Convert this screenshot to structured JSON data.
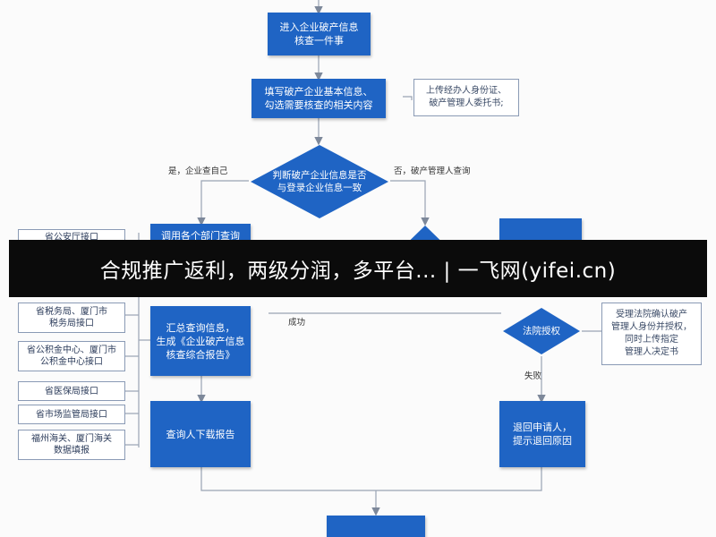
{
  "flow": {
    "start": [
      "进入企业破产信息",
      "核查一件事"
    ],
    "fill_info": [
      "填写破产企业基本信息、",
      "勾选需要核查的相关内容"
    ],
    "upload_note": [
      "上传经办人身份证、",
      "破产管理人委托书;"
    ],
    "decision_identity": [
      "判断破产企业信息是否",
      "与登录企业信息一致"
    ],
    "label_yes": "是，企业查自己",
    "label_no": "否，破产管理人查询",
    "call_depts": "调用各个部门查询",
    "summary": [
      "汇总查询信息，",
      "生成《企业破产信息",
      "核查综合报告》"
    ],
    "download": "查询人下载报告",
    "label_success": "成功",
    "court_auth": "法院授权",
    "court_note": [
      "受理法院确认破产",
      "管理人身份并授权，",
      "同时上传指定",
      "管理人决定书"
    ],
    "label_fail": "失败",
    "return": [
      "退回申请人，",
      "提示退回原因"
    ]
  },
  "sources": [
    [
      "省公安厅接口"
    ],
    [
      "省税务局、厦门市",
      "税务局接口"
    ],
    [
      "省公积金中心、厦门市",
      "公积金中心接口"
    ],
    [
      "省医保局接口"
    ],
    [
      "省市场监管局接口"
    ],
    [
      "福州海关、厦门海关",
      "数据填报"
    ]
  ],
  "banner": {
    "text": "合规推广返利，两级分润，多平台... | 一飞网(yifei.cn)"
  },
  "colors": {
    "box": "#1f64c4",
    "banner": "#0b0b0b",
    "line": "#9aa4b4"
  }
}
